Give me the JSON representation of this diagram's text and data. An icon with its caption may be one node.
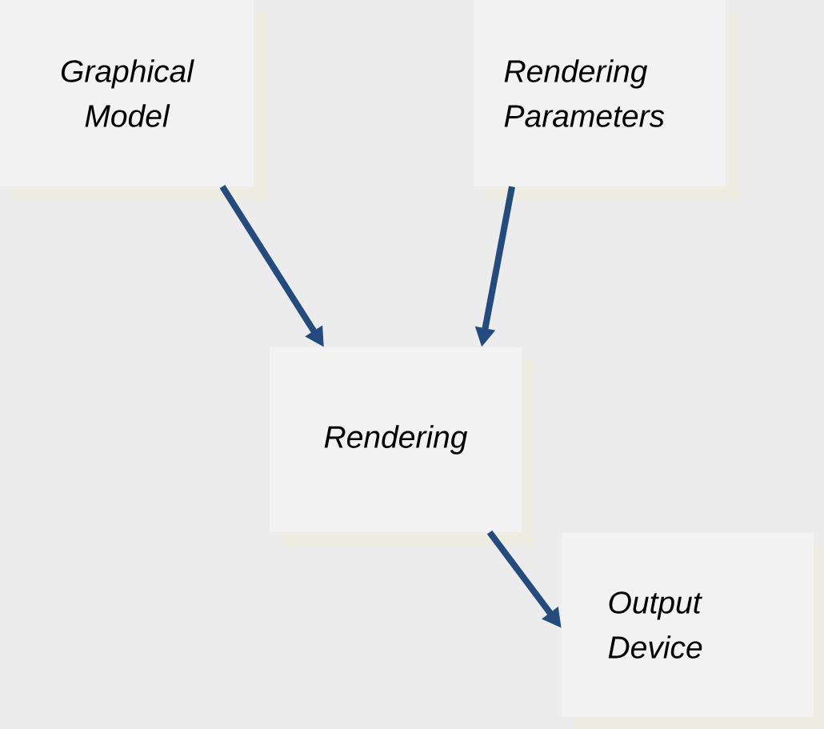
{
  "diagram": {
    "nodes": [
      {
        "text": [
          "Graphical Model"
        ]
      },
      {
        "text": [
          "Rendering Parameters"
        ]
      },
      {
        "text": [
          "Rendering"
        ]
      },
      {
        "text": [
          "Output Device"
        ]
      }
    ],
    "edges": [
      {
        "from": 0,
        "to": 2,
        "arrow": "to"
      },
      {
        "from": 1,
        "to": 2,
        "arrow": "to"
      },
      {
        "from": 2,
        "to": 3,
        "arrow": "to"
      }
    ]
  }
}
